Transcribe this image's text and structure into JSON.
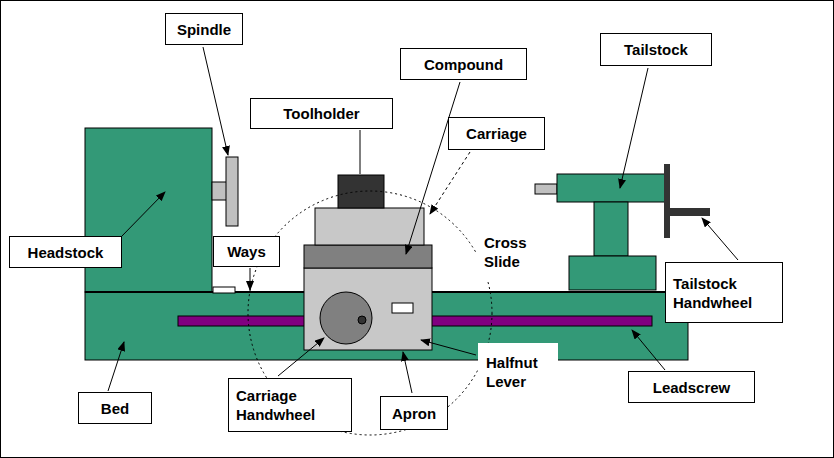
{
  "diagram": {
    "nodes": [
      {
        "text": [
          "Spindle"
        ]
      },
      {
        "text": [
          "Compound"
        ]
      },
      {
        "text": [
          "Tailstock"
        ]
      },
      {
        "text": [
          "Toolholder"
        ]
      },
      {
        "text": [
          "Carriage"
        ]
      },
      {
        "text": [
          "Headstock"
        ]
      },
      {
        "text": [
          "Cross Slide"
        ]
      },
      {
        "text": [
          "Ways"
        ]
      },
      {
        "text": [
          "Tailstock Handwheel"
        ]
      },
      {
        "text": [
          "Halfnut Lever"
        ]
      },
      {
        "text": [
          "Carriage Handwheel"
        ]
      },
      {
        "text": [
          "Apron"
        ]
      },
      {
        "text": [
          "Bed"
        ]
      },
      {
        "text": [
          "Leadscrew"
        ]
      }
    ]
  }
}
